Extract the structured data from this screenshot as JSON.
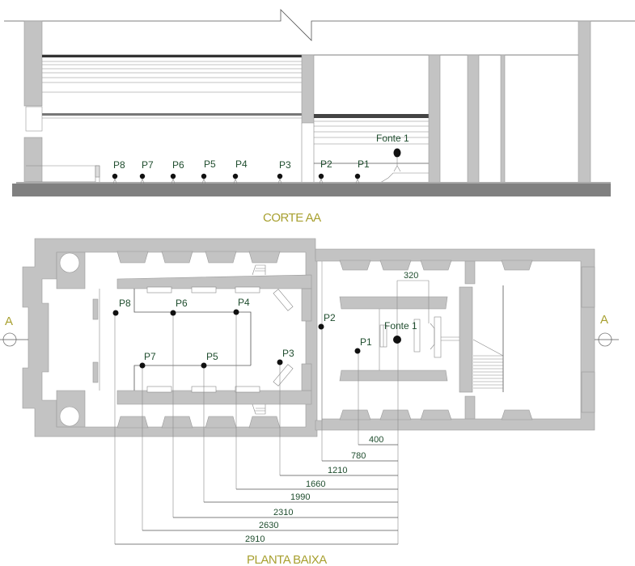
{
  "section": {
    "title": "CORTE AA",
    "source_label": "Fonte 1",
    "points": [
      "P8",
      "P7",
      "P6",
      "P5",
      "P4",
      "P3",
      "P2",
      "P1"
    ]
  },
  "plan": {
    "title": "PLANTA BAIXA",
    "source_label": "Fonte 1",
    "section_mark_left": "A",
    "section_mark_right": "A",
    "points": [
      "P8",
      "P6",
      "P4",
      "P7",
      "P5",
      "P3",
      "P2",
      "P1"
    ],
    "source_width_dim": "320",
    "distances": [
      {
        "point": "P1",
        "value": "400"
      },
      {
        "point": "P2",
        "value": "780"
      },
      {
        "point": "P3",
        "value": "1210"
      },
      {
        "point": "P4",
        "value": "1660"
      },
      {
        "point": "P5",
        "value": "1990"
      },
      {
        "point": "P6",
        "value": "2310"
      },
      {
        "point": "P7",
        "value": "2630"
      },
      {
        "point": "P8",
        "value": "2910"
      }
    ]
  },
  "colors": {
    "label": "#1f4d2e",
    "title": "#a8a030",
    "wall": "#c3c3c3",
    "ground": "#808080"
  }
}
